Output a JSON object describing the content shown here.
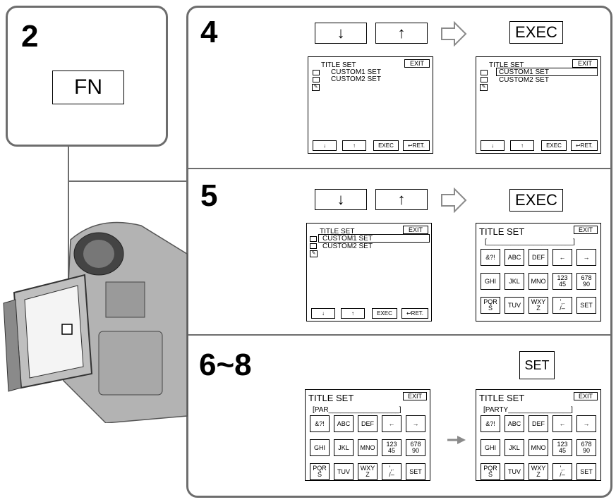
{
  "steps": {
    "s2": {
      "number": "2",
      "fn_label": "FN"
    },
    "s4": {
      "number": "4",
      "exec_label": "EXEC"
    },
    "s5": {
      "number": "5",
      "exec_label": "EXEC"
    },
    "s68": {
      "number": "6~8",
      "set_label": "SET"
    }
  },
  "arrows": {
    "down": "↓",
    "up": "↑"
  },
  "screen_menu": {
    "title": "TITLE  SET",
    "exit": "EXIT",
    "item1": "CUSTOM1  SET",
    "item2": "CUSTOM2  SET",
    "btn_down": "↓",
    "btn_up": "↑",
    "btn_exec": "EXEC",
    "btn_ret": "RET."
  },
  "keyboard": {
    "title": "TITLE  SET",
    "exit": "EXIT",
    "field_empty": "[______________________]",
    "field_par": "[PAR__________________]",
    "field_party": "[PARTY________________]",
    "keys": [
      "&?!",
      "ABC",
      "DEF",
      "←",
      "→",
      "GHI",
      "JKL",
      "MNO",
      "123\n45",
      "678\n90",
      "PQR\nS",
      "TUV",
      "WXY\nZ",
      "',.\n/–",
      "SET"
    ]
  },
  "colors": {
    "panel_border": "#6d6d6d",
    "camera_gray": "#9a9a9a",
    "arrow_gray": "#8a8a8a"
  }
}
